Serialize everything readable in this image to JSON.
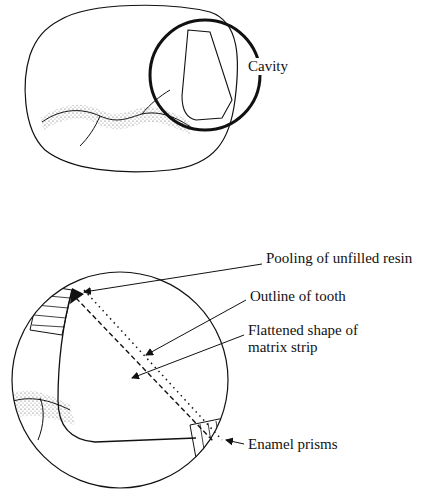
{
  "diagram": {
    "labels": [
      "Cavity",
      "Pooling of unfilled resin",
      "Outline of tooth",
      "Flattened shape of matrix strip",
      "Enamel prisms"
    ]
  }
}
